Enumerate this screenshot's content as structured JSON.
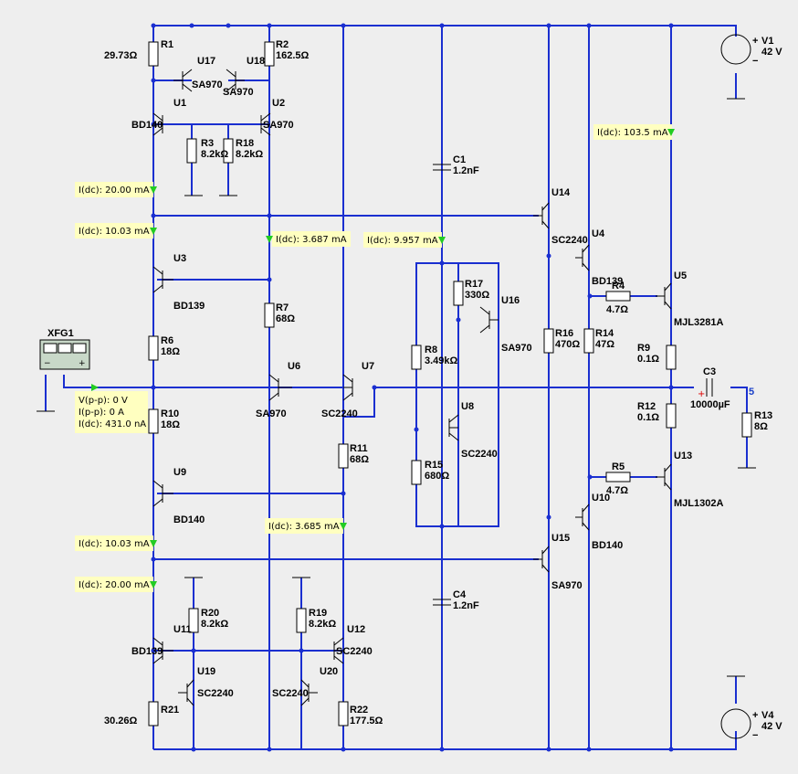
{
  "sources": [
    {
      "ref": "V1",
      "value": "42 V"
    },
    {
      "ref": "V4",
      "value": "42 V"
    }
  ],
  "generator": {
    "ref": "XFG1"
  },
  "net_label": "5",
  "resistors": [
    {
      "ref": "R1",
      "value": "29.73Ω"
    },
    {
      "ref": "R2",
      "value": "162.5Ω"
    },
    {
      "ref": "R3",
      "value": "8.2kΩ"
    },
    {
      "ref": "R18",
      "value": "8.2kΩ"
    },
    {
      "ref": "R7",
      "value": "68Ω"
    },
    {
      "ref": "R6",
      "value": "18Ω"
    },
    {
      "ref": "R10",
      "value": "18Ω"
    },
    {
      "ref": "R11",
      "value": "68Ω"
    },
    {
      "ref": "R17",
      "value": "330Ω"
    },
    {
      "ref": "R8",
      "value": "3.49kΩ"
    },
    {
      "ref": "R15",
      "value": "680Ω"
    },
    {
      "ref": "R16",
      "value": "470Ω"
    },
    {
      "ref": "R14",
      "value": "47Ω"
    },
    {
      "ref": "R4",
      "value": "4.7Ω"
    },
    {
      "ref": "R5",
      "value": "4.7Ω"
    },
    {
      "ref": "R9",
      "value": "0.1Ω"
    },
    {
      "ref": "R12",
      "value": "0.1Ω"
    },
    {
      "ref": "R13",
      "value": "8Ω"
    },
    {
      "ref": "R20",
      "value": "8.2kΩ"
    },
    {
      "ref": "R19",
      "value": "8.2kΩ"
    },
    {
      "ref": "R21",
      "value": "30.26Ω"
    },
    {
      "ref": "R22",
      "value": "177.5Ω"
    }
  ],
  "capacitors": [
    {
      "ref": "C1",
      "value": "1.2nF"
    },
    {
      "ref": "C4",
      "value": "1.2nF"
    },
    {
      "ref": "C3",
      "value": "10000µF"
    }
  ],
  "transistors": [
    {
      "ref": "U17",
      "type": "SA970"
    },
    {
      "ref": "U18",
      "type": "SA970"
    },
    {
      "ref": "U1",
      "type": "BD140"
    },
    {
      "ref": "U2",
      "type": "SA970"
    },
    {
      "ref": "U3",
      "type": "BD139"
    },
    {
      "ref": "U6",
      "type": "SA970"
    },
    {
      "ref": "U7",
      "type": "SC2240"
    },
    {
      "ref": "U9",
      "type": "BD140"
    },
    {
      "ref": "U16",
      "type": "SA970"
    },
    {
      "ref": "U8",
      "type": "SC2240"
    },
    {
      "ref": "U14",
      "type": "SC2240"
    },
    {
      "ref": "U4",
      "type": "BD139"
    },
    {
      "ref": "U5",
      "type": "MJL3281A"
    },
    {
      "ref": "U15",
      "type": "SA970"
    },
    {
      "ref": "U10",
      "type": "BD140"
    },
    {
      "ref": "U13",
      "type": "MJL1302A"
    },
    {
      "ref": "U11",
      "type": "BD139"
    },
    {
      "ref": "U19",
      "type": "SC2240"
    },
    {
      "ref": "U12",
      "type": "SC2240"
    },
    {
      "ref": "U20",
      "type": "SC2240"
    }
  ],
  "probes": [
    {
      "text": "I(dc): 20.00 mA"
    },
    {
      "text": "I(dc): 10.03 mA"
    },
    {
      "text": "I(dc): 3.687 mA"
    },
    {
      "text": "I(dc): 9.957 mA"
    },
    {
      "text": "I(dc): 103.5 mA"
    },
    {
      "text": "I(dc): 10.03 mA"
    },
    {
      "text": "I(dc): 20.00 mA"
    },
    {
      "text": "I(dc): 3.685 mA"
    }
  ],
  "input_probe": {
    "line1": "V(p-p): 0 V",
    "line2": "I(p-p): 0 A",
    "line3": "I(dc): 431.0 nA"
  },
  "colors": {
    "wire": "#1a2fd0",
    "background": "#eeeeee",
    "probe": "#ffffc0",
    "probe_arrow": "#22cc22",
    "net_label": "#1a40c8"
  }
}
